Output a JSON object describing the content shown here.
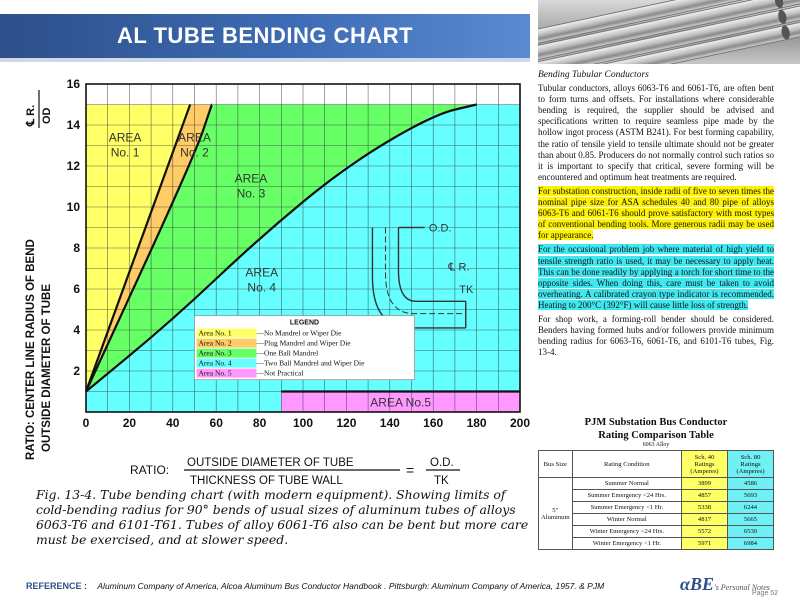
{
  "title": "AL TUBE BENDING CHART",
  "chart_data": {
    "type": "area",
    "y_axis": {
      "label_line1": "RATIO: CENTER LINE RADIUS OF BEND",
      "label_line2": "OUTSIDE DIAMETER OF TUBE",
      "fraction_num": "℄ R.",
      "fraction_den": "OD",
      "range": [
        0,
        16
      ],
      "ticks": [
        "2",
        "4",
        "6",
        "8",
        "10",
        "12",
        "14",
        "16"
      ]
    },
    "x_axis": {
      "range": [
        0,
        200
      ],
      "ticks": [
        "0",
        "20",
        "40",
        "60",
        "80",
        "100",
        "120",
        "140",
        "160",
        "180",
        "200"
      ],
      "ratio_label": "RATIO:",
      "numerator": "OUTSIDE DIAMETER OF TUBE",
      "denominator": "THICKNESS OF TUBE WALL",
      "equals": "=",
      "short_num": "O.D.",
      "short_den": "TK"
    },
    "grid": true,
    "areas": [
      {
        "name": "AREA No. 1",
        "color": "#ffff66"
      },
      {
        "name": "AREA No. 2",
        "color": "#ffcc66"
      },
      {
        "name": "AREA No. 3",
        "color": "#66ff66"
      },
      {
        "name": "AREA No. 4",
        "color": "#66ffff"
      },
      {
        "name": "AREA No.5",
        "color": "#ff99ff"
      }
    ],
    "boundaries": [
      {
        "name": "Area 1 / Area 2",
        "points": [
          [
            0,
            1
          ],
          [
            48,
            15
          ]
        ]
      },
      {
        "name": "Area 2 / Area 3",
        "points": [
          [
            0,
            1
          ],
          [
            50,
            12.5
          ],
          [
            58,
            15
          ]
        ]
      },
      {
        "name": "Area 3 / Area 4",
        "points": [
          [
            0,
            1
          ],
          [
            40,
            4.5
          ],
          [
            80,
            8.5
          ],
          [
            120,
            12
          ],
          [
            160,
            14.5
          ],
          [
            180,
            15
          ]
        ]
      },
      {
        "name": "Area 4 / Area 5",
        "points": [
          [
            90,
            1
          ],
          [
            200,
            1
          ]
        ]
      }
    ],
    "legend": {
      "title": "LEGEND",
      "position": "center",
      "entries": [
        {
          "area": "Area No. 1",
          "text": "—No Mandrel or Wiper Die"
        },
        {
          "area": "Area No. 2",
          "text": "—Plug Mandrel and Wiper Die"
        },
        {
          "area": "Area No. 3",
          "text": "—One Ball Mandrel"
        },
        {
          "area": "Area No. 4",
          "text": "—Two Ball Mandrel and Wiper Die"
        },
        {
          "area": "Area No. 5",
          "text": "—Not Practical"
        }
      ]
    },
    "diagram_labels": {
      "od": "O.D.",
      "cr": "℄ R.",
      "tk": "TK"
    }
  },
  "caption": "Fig. 13-4. Tube bending chart (with modern equipment). Showing limits of cold-bending radius for 90° bends of usual sizes of aluminum tubes of alloys 6063-T6 and 6101-T61. Tubes of alloy 6061-T6 also can be bent but more care must be exercised, and at slower speed.",
  "article": {
    "heading": "Bending Tubular Conductors",
    "p1": "Tubular conductors, alloys 6063-T6 and 6061-T6, are often bent to form turns and offsets. For installations where considerable bending is required, the supplier should be advised and specifications written to require seamless pipe made by the hollow ingot process (ASTM B241). For best forming capability, the ratio of tensile yield to tensile ultimate should not be greater than about 0.85. Producers do not normally control such ratios so it is important to specify that critical, severe forming will be encountered and optimum heat treatments are required.",
    "p2": "For substation construction, inside radii of five to seven times the nominal pipe size for ASA schedules 40 and 80 pipe of alloys 6063-T6 and 6061-T6 should prove satisfactory with most types of conventional bending tools. More generous radii may be used for appearance.",
    "p3": "For the occasional problem job where material of high yield to tensile strength ratio is used, it may be necessary to apply heat. This can be done readily by applying a torch for short time to the opposite sides. When doing this, care must be taken to avoid overheating. A calibrated crayon type indicator is recommended. Heating to 200°C (392°F) will cause little loss of strength.",
    "p4": "For shop work, a forming-roll bender should be considered. Benders having formed hubs and/or followers provide minimum bending radius for 6063-T6, 6061-T6, and 6101-T6 tubes, Fig. 13-4."
  },
  "table": {
    "title_line1": "PJM Substation Bus Conductor",
    "title_line2": "Rating Comparison Table",
    "subtitle": "6063 Alloy",
    "headers": [
      "Bus Size",
      "Rating Condition",
      "Sch. 40 Ratings (Amperes)",
      "Sch. 80 Ratings (Amperes)"
    ],
    "bus_size": "5\" Aluminum",
    "rows": [
      {
        "condition": "Summer Normal",
        "sch40": "3899",
        "sch80": "4586"
      },
      {
        "condition": "Summer Emergency <24 Hrs.",
        "sch40": "4857",
        "sch80": "5693"
      },
      {
        "condition": "Summer Emergency <1 Hr.",
        "sch40": "5338",
        "sch80": "6244"
      },
      {
        "condition": "Winter Normal",
        "sch40": "4817",
        "sch80": "5665"
      },
      {
        "condition": "Winter Emergency <24 Hrs.",
        "sch40": "5572",
        "sch80": "6530"
      },
      {
        "condition": "Winter Emergency <1 Hr.",
        "sch40": "5971",
        "sch80": "6984"
      }
    ]
  },
  "reference": {
    "label": "REFERENCE :",
    "text": "Aluminum Company of America, Alcoa Aluminum Bus Conductor Handbook . Pittsburgh: Aluminum Company of America, 1957. & PJM"
  },
  "brand": {
    "logo": "αBE",
    "sub": "'s Personal Notes",
    "page": "Page 52"
  }
}
